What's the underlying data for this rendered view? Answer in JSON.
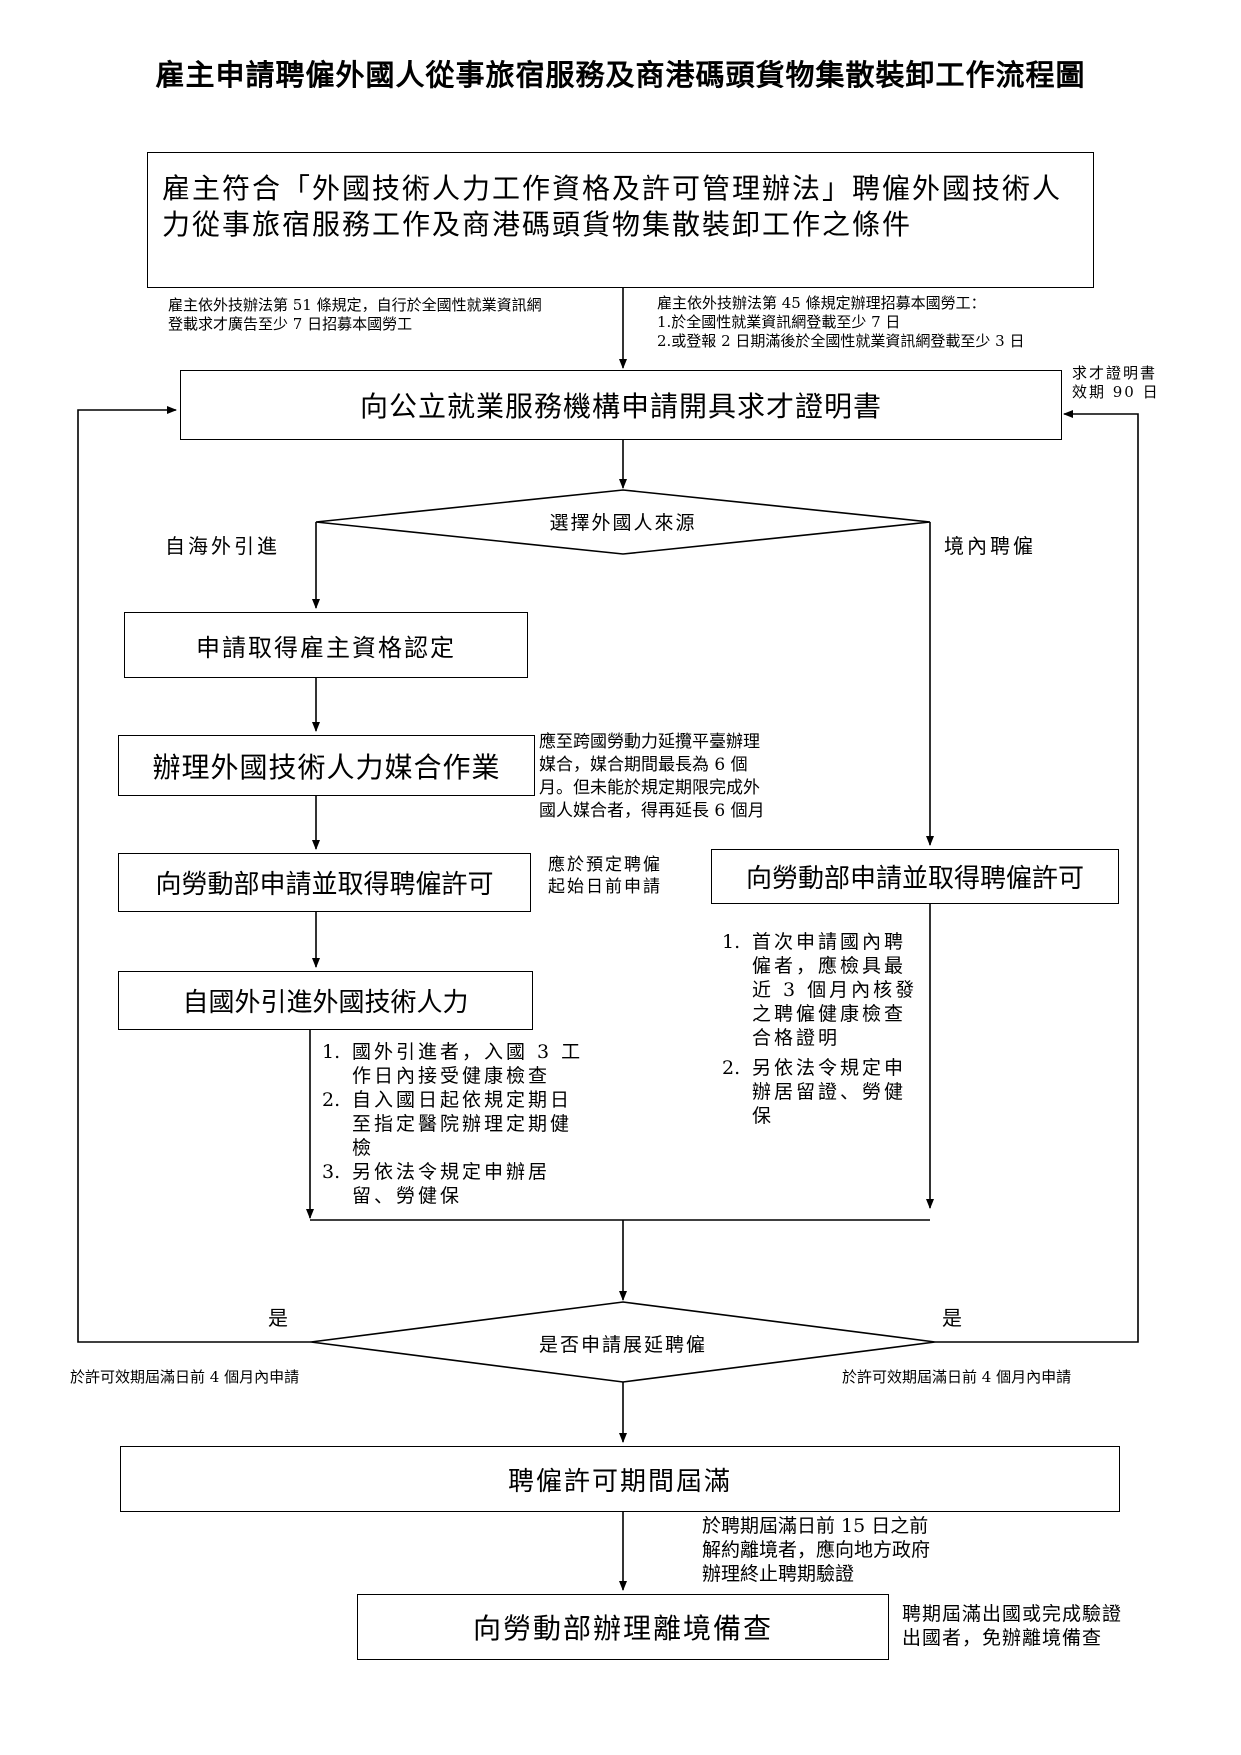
{
  "title": "雇主申請聘僱外國人從事旅宿服務及商港碼頭貨物集散裝卸工作流程圖",
  "boxes": {
    "condition": "雇主符合「外國技術人力工作資格及許可管理辦法」聘僱外國技術人力從事旅宿服務工作及商港碼頭貨物集散裝卸工作之條件",
    "certificate": "向公立就業服務機構申請開具求才證明書",
    "employer_qualification": "申請取得雇主資格認定",
    "matching": "辦理外國技術人力媒合作業",
    "permit_left": "向勞動部申請並取得聘僱許可",
    "introduce": "自國外引進外國技術人力",
    "permit_right": "向勞動部申請並取得聘僱許可",
    "expiry": "聘僱許可期間屆滿",
    "departure": "向勞動部辦理離境備查"
  },
  "decisions": {
    "source": "選擇外國人來源",
    "extend": "是否申請展延聘僱"
  },
  "labels": {
    "abroad": "自海外引進",
    "domestic": "境內聘僱",
    "yes_left": "是",
    "yes_right": "是",
    "apply_left": "於許可效期屆滿日前 4 個月內申請",
    "apply_right": "於許可效期屆滿日前 4 個月內申請",
    "validity": "求才證明書\n效期 90 日"
  },
  "notes": {
    "art51": "雇主依外技辦法第 51 條規定，自行於全國性就業資訊網\n登載求才廣告至少 7 日招募本國勞工",
    "art45": "雇主依外技辦法第 45 條規定辦理招募本國勞工：\n1.於全國性就業資訊網登載至少 7 日\n2.或登報 2 日期滿後於全國性就業資訊網登載至少 3 日",
    "matching": "應至跨國勞動力延攬平臺辦理\n媒合，媒合期間最長為 6 個\n月。但未能於規定期限完成外\n國人媒合者，得再延長 6 個月",
    "permit_timing": "應於預定聘僱\n起始日前申請",
    "termination": "於聘期屆滿日前 15 日之前\n解約離境者，應向地方政府\n辦理終止聘期驗證",
    "exempt": "聘期屆滿出國或完成驗證\n出國者，免辦離境備查"
  },
  "list_left": [
    {
      "num": "1.",
      "text": "國外引進者，入國 3 工作日內接受健康檢查"
    },
    {
      "num": "2.",
      "text": "自入國日起依規定期日至指定醫院辦理定期健檢"
    },
    {
      "num": "3.",
      "text": "另依法令規定申辦居留、勞健保"
    }
  ],
  "list_right": [
    {
      "num": "1.",
      "text": "首次申請國內聘僱者，應檢具最近 3 個月內核發之聘僱健康檢查合格證明"
    },
    {
      "num": "2.",
      "text": "另依法令規定申辦居留證、勞健保"
    }
  ]
}
